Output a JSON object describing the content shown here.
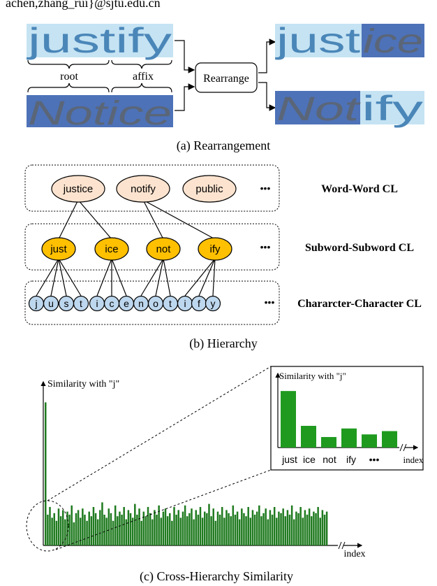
{
  "header": {
    "email_fragment": "achen,zhang_rui}@sjtu.edu.cn"
  },
  "panel_a": {
    "caption": "(a) Rearrangement",
    "word_top": "justify",
    "word_bottom": "Notice",
    "brace_root": "root",
    "brace_affix": "affix",
    "op_label": "Rearrange",
    "out_top_root": "just",
    "out_top_affix": "ice",
    "out_bottom_root": "Not",
    "out_bottom_affix": "ify"
  },
  "panel_b": {
    "caption": "(b) Hierarchy",
    "ellipsis": "•••",
    "levels": [
      {
        "label": "Word-Word CL",
        "nodes": [
          "justice",
          "notify",
          "public"
        ]
      },
      {
        "label": "Subword-Subword CL",
        "nodes": [
          "just",
          "ice",
          "not",
          "ify"
        ]
      },
      {
        "label": "Chararcter-Character CL",
        "nodes": [
          "j",
          "u",
          "s",
          "t",
          "i",
          "c",
          "e",
          "n",
          "o",
          "t",
          "i",
          "f",
          "y"
        ]
      }
    ],
    "colors": {
      "word": "#fce3cf",
      "subword": "#ffc000",
      "character": "#bdd7ee"
    }
  },
  "panel_c": {
    "caption": "(c) Cross-Hierarchy Similarity",
    "ylabel": "Similarity with \"j\"",
    "xlabel": "index",
    "inset_ylabel": "Similarity with \"j\"",
    "inset_xlabel": "index",
    "inset_ellipsis": "•••"
  },
  "chart_data": [
    {
      "type": "bar",
      "title": "",
      "xlabel": "index",
      "ylabel": "Similarity with \"j\"",
      "color": "#1f7a1f",
      "ylim": [
        0,
        1
      ],
      "values": [
        0.93,
        0.2,
        0.25,
        0.18,
        0.21,
        0.16,
        0.24,
        0.19,
        0.23,
        0.17,
        0.22,
        0.2,
        0.26,
        0.15,
        0.21,
        0.23,
        0.18,
        0.24,
        0.2,
        0.16,
        0.22,
        0.19,
        0.25,
        0.21,
        0.17,
        0.23,
        0.28,
        0.2,
        0.18,
        0.24,
        0.21,
        0.16,
        0.26,
        0.19,
        0.22,
        0.2,
        0.25,
        0.17,
        0.23,
        0.21,
        0.18,
        0.27,
        0.2,
        0.24,
        0.16,
        0.22,
        0.19,
        0.25,
        0.21,
        0.17,
        0.23,
        0.2,
        0.26,
        0.18,
        0.22,
        0.24,
        0.19,
        0.21,
        0.16,
        0.25,
        0.2,
        0.23,
        0.18,
        0.22,
        0.26,
        0.19,
        0.21,
        0.24,
        0.17,
        0.23,
        0.2,
        0.25,
        0.18,
        0.22,
        0.21,
        0.27,
        0.19,
        0.24,
        0.16,
        0.22,
        0.2,
        0.25,
        0.18,
        0.23,
        0.21,
        0.19,
        0.26,
        0.2,
        0.22,
        0.17,
        0.24,
        0.21,
        0.19,
        0.25,
        0.18,
        0.23,
        0.2,
        0.22,
        0.26,
        0.19,
        0.21,
        0.24,
        0.17,
        0.23,
        0.2,
        0.25,
        0.18,
        0.22,
        0.21,
        0.24,
        0.19,
        0.23,
        0.2,
        0.26,
        0.17,
        0.22,
        0.21,
        0.25,
        0.18,
        0.23,
        0.2,
        0.24,
        0.19,
        0.22,
        0.21,
        0.25,
        0.18,
        0.23,
        0.2,
        0.22
      ]
    },
    {
      "type": "bar",
      "title": "",
      "xlabel": "index",
      "ylabel": "Similarity with \"j\"",
      "color": "#1f9a1f",
      "categories": [
        "just",
        "ice",
        "not",
        "ify",
        "•••",
        ""
      ],
      "values": [
        0.86,
        0.33,
        0.16,
        0.29,
        0.2,
        0.25
      ],
      "ylim": [
        0,
        1
      ]
    }
  ]
}
